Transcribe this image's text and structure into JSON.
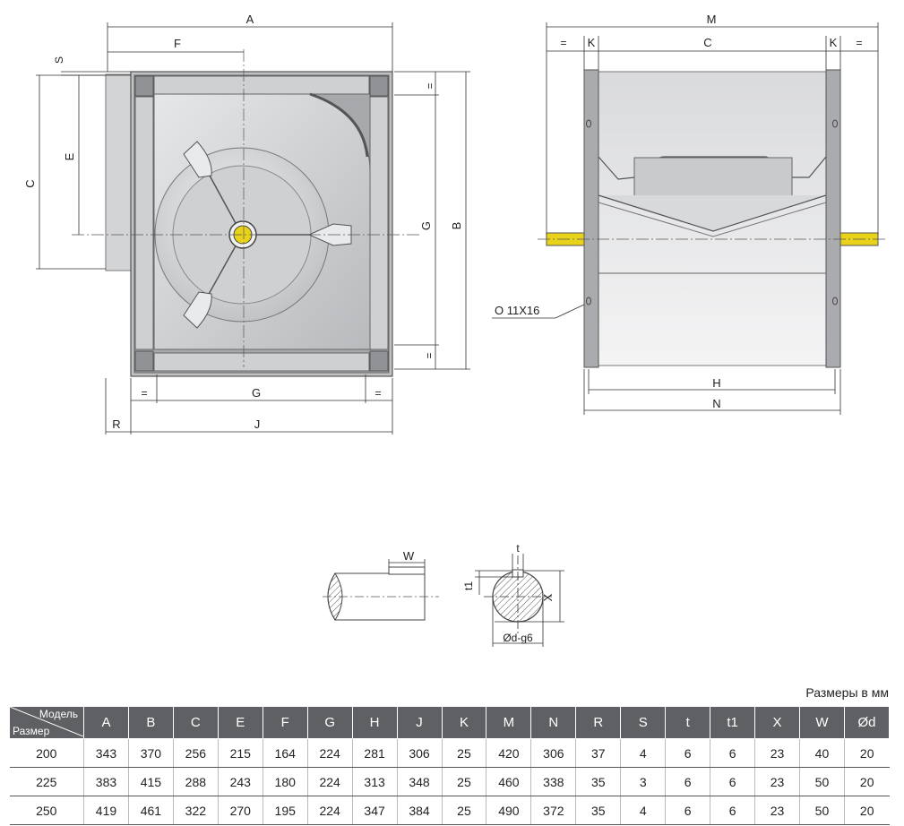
{
  "dimension_labels": {
    "A": "A",
    "B": "B",
    "C": "C",
    "E": "E",
    "F": "F",
    "G": "G",
    "H": "H",
    "J": "J",
    "K": "K",
    "M": "M",
    "N": "N",
    "R": "R",
    "S": "S",
    "eq": "=",
    "W": "W",
    "t": "t",
    "t1": "t1",
    "X": "X",
    "shaft_d": "Ød-g6",
    "slot": "O 11X16"
  },
  "units_note": "Размеры в мм",
  "table": {
    "corner_model": "Модель",
    "corner_size": "Размер",
    "columns": [
      "A",
      "B",
      "C",
      "E",
      "F",
      "G",
      "H",
      "J",
      "K",
      "M",
      "N",
      "R",
      "S",
      "t",
      "t1",
      "X",
      "W",
      "Ød"
    ],
    "rows": [
      {
        "size": "200",
        "values": [
          "343",
          "370",
          "256",
          "215",
          "164",
          "224",
          "281",
          "306",
          "25",
          "420",
          "306",
          "37",
          "4",
          "6",
          "6",
          "23",
          "40",
          "20"
        ]
      },
      {
        "size": "225",
        "values": [
          "383",
          "415",
          "288",
          "243",
          "180",
          "224",
          "313",
          "348",
          "25",
          "460",
          "338",
          "35",
          "3",
          "6",
          "6",
          "23",
          "50",
          "20"
        ]
      },
      {
        "size": "250",
        "values": [
          "419",
          "461",
          "322",
          "270",
          "195",
          "224",
          "347",
          "384",
          "25",
          "490",
          "372",
          "35",
          "4",
          "6",
          "6",
          "23",
          "50",
          "20"
        ]
      }
    ]
  },
  "colors": {
    "housing": "#c9cacc",
    "frame": "#a9abae",
    "shaft": "#e8d21a",
    "header": "#5e6063"
  }
}
